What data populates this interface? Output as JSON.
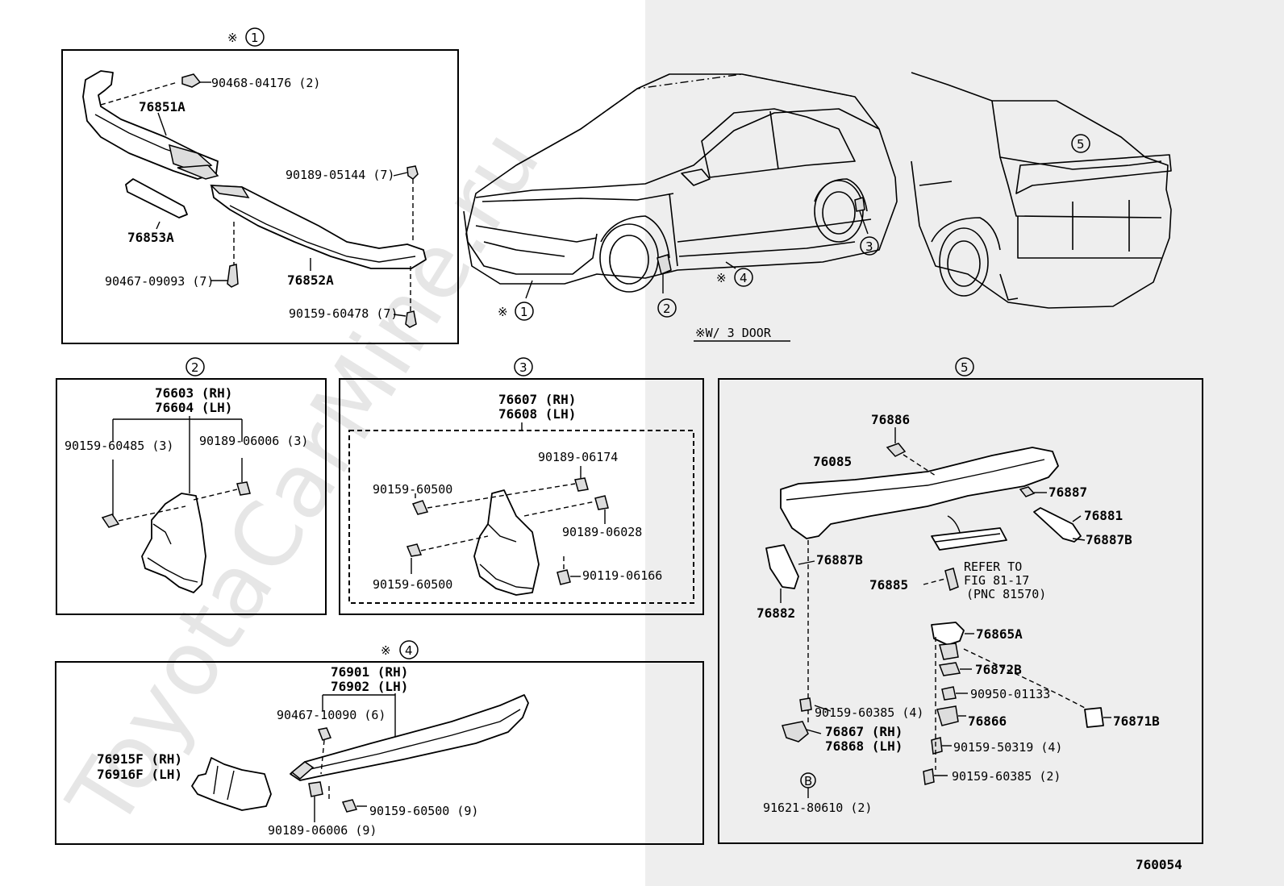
{
  "watermark": "ToyotaCarMine.ru",
  "figure_number": "760054",
  "car_note": "※W/ 3 DOOR",
  "markers": {
    "m1": "①",
    "m2": "②",
    "m3": "③",
    "m4": "④",
    "m5": "⑤",
    "mB": "B",
    "star": "※"
  },
  "panel1": {
    "p90468": "90468-04176 (2)",
    "p76851A": "76851A",
    "p90189_05144": "90189-05144 (7)",
    "p76853A": "76853A",
    "p90467_09093": "90467-09093 (7)",
    "p76852A": "76852A",
    "p90159_60478": "90159-60478 (7)"
  },
  "panel2": {
    "p76603": "76603 (RH)",
    "p76604": "76604 (LH)",
    "p90159_60485": "90159-60485 (3)",
    "p90189_06006": "90189-06006 (3)"
  },
  "panel3": {
    "p76607": "76607 (RH)",
    "p76608": "76608 (LH)",
    "p90189_06174": "90189-06174",
    "p90159_60500a": "90159-60500",
    "p90189_06028": "90189-06028",
    "p90119_06166": "90119-06166",
    "p90159_60500b": "90159-60500"
  },
  "panel4": {
    "p76901": "76901 (RH)",
    "p76902": "76902 (LH)",
    "p90467_10090": "90467-10090 (6)",
    "p76915F": "76915F (RH)",
    "p76916F": "76916F (LH)",
    "p90159_60500": "90159-60500 (9)",
    "p90189_06006": "90189-06006 (9)"
  },
  "panel5": {
    "p76886": "76886",
    "p76085": "76085",
    "p76887": "76887",
    "p76881": "76881",
    "p76887B_r": "76887B",
    "p76887B_l": "76887B",
    "refer1": "REFER TO",
    "refer2": "FIG 81-17",
    "refer3": "(PNC 81570)",
    "p76885": "76885",
    "p76882": "76882",
    "p76865A": "76865A",
    "p76872B": "76872B",
    "p90950": "90950-01133",
    "p90159_60385_4": "90159-60385 (4)",
    "p76866": "76866",
    "p76871B": "76871B",
    "p76867": "76867 (RH)",
    "p76868": "76868 (LH)",
    "p90159_50319": "90159-50319 (4)",
    "p90159_60385_2": "90159-60385 (2)",
    "p91621": "91621-80610 (2)"
  }
}
